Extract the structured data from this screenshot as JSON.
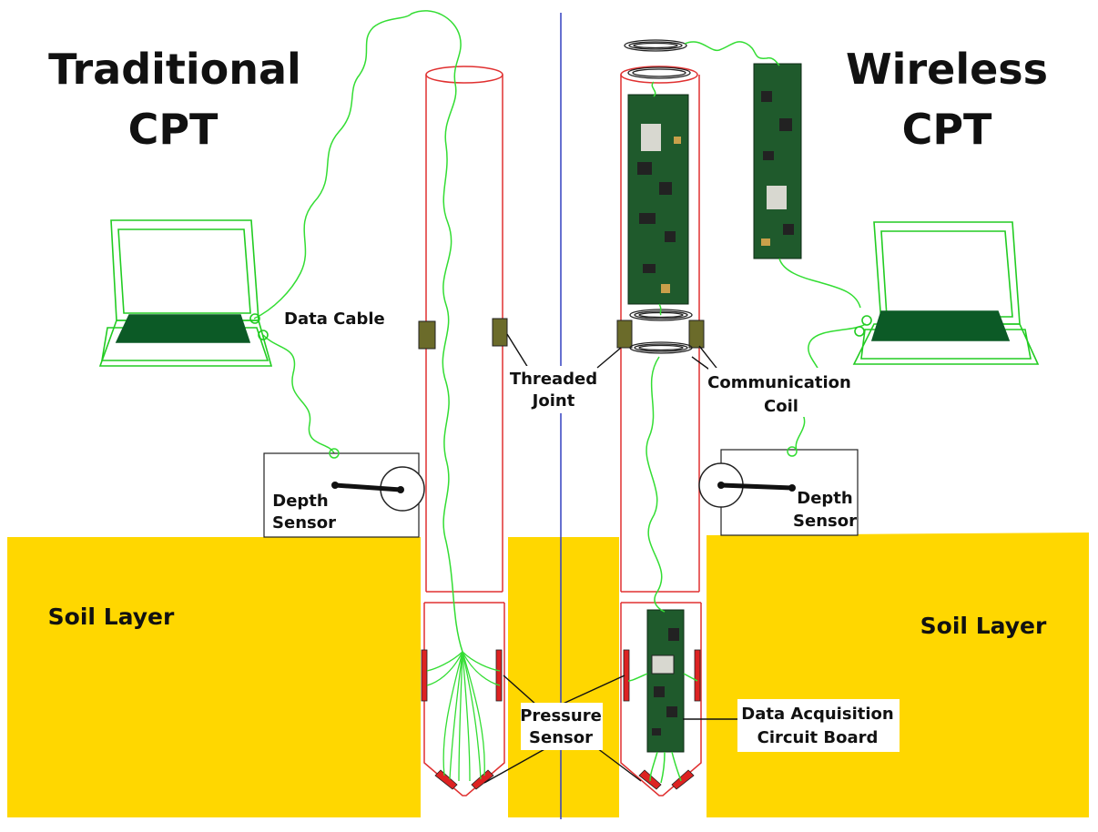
{
  "colors": {
    "soil": "#ffd700",
    "pipe": "#e03030",
    "wire": "#33dd33",
    "laptop_outline": "#22cc22",
    "laptop_screen": "#0c5a26",
    "joint": "#6b6b2a",
    "sensor": "#dd2222",
    "divider": "#3340c0",
    "board": "#1f5a2c"
  },
  "left": {
    "title_line1": "Traditional",
    "title_line2": "CPT",
    "cable_label": "Data Cable",
    "depth_label_line1": "Depth",
    "depth_label_line2": "Sensor",
    "soil_label": "Soil Layer"
  },
  "right": {
    "title_line1": "Wireless",
    "title_line2": "CPT",
    "depth_label_line1": "Depth",
    "depth_label_line2": "Sensor",
    "soil_label": "Soil Layer",
    "coil_label_line1": "Communication",
    "coil_label_line2": "Coil",
    "board_label_line1": "Data Acquisition",
    "board_label_line2": "Circuit Board"
  },
  "center": {
    "joint_label_line1": "Threaded",
    "joint_label_line2": "Joint",
    "pressure_label_line1": "Pressure",
    "pressure_label_line2": "Sensor"
  }
}
